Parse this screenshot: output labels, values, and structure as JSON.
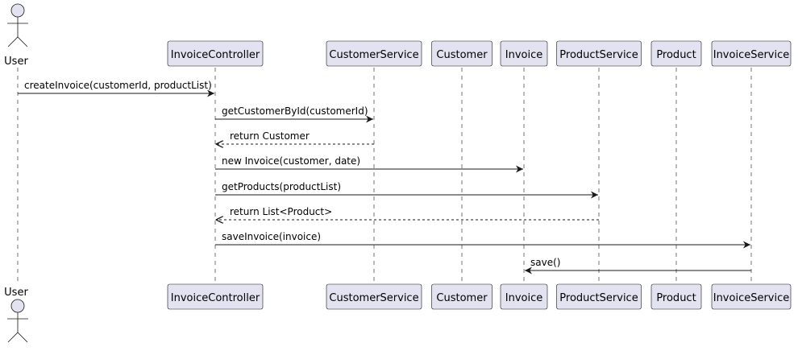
{
  "participants": [
    {
      "id": "user",
      "label": "User",
      "kind": "actor"
    },
    {
      "id": "invoicecontroller",
      "label": "InvoiceController",
      "kind": "participant"
    },
    {
      "id": "customerservice",
      "label": "CustomerService",
      "kind": "participant"
    },
    {
      "id": "customer",
      "label": "Customer",
      "kind": "participant"
    },
    {
      "id": "invoice",
      "label": "Invoice",
      "kind": "participant"
    },
    {
      "id": "productservice",
      "label": "ProductService",
      "kind": "participant"
    },
    {
      "id": "product",
      "label": "Product",
      "kind": "participant"
    },
    {
      "id": "invoiceservice",
      "label": "InvoiceService",
      "kind": "participant"
    }
  ],
  "messages": [
    {
      "from": "user",
      "to": "invoicecontroller",
      "label": "createInvoice(customerId, productList)",
      "type": "sync"
    },
    {
      "from": "invoicecontroller",
      "to": "customerservice",
      "label": "getCustomerById(customerId)",
      "type": "sync"
    },
    {
      "from": "customerservice",
      "to": "invoicecontroller",
      "label": "return Customer",
      "type": "return"
    },
    {
      "from": "invoicecontroller",
      "to": "invoice",
      "label": "new Invoice(customer, date)",
      "type": "sync"
    },
    {
      "from": "invoicecontroller",
      "to": "productservice",
      "label": "getProducts(productList)",
      "type": "sync"
    },
    {
      "from": "productservice",
      "to": "invoicecontroller",
      "label": "return List<Product>",
      "type": "return"
    },
    {
      "from": "invoicecontroller",
      "to": "invoiceservice",
      "label": "saveInvoice(invoice)",
      "type": "sync"
    },
    {
      "from": "invoiceservice",
      "to": "invoice",
      "label": "save()",
      "type": "sync"
    }
  ],
  "colors": {
    "participant_fill": "#e2e2f0",
    "stroke": "#181818"
  }
}
